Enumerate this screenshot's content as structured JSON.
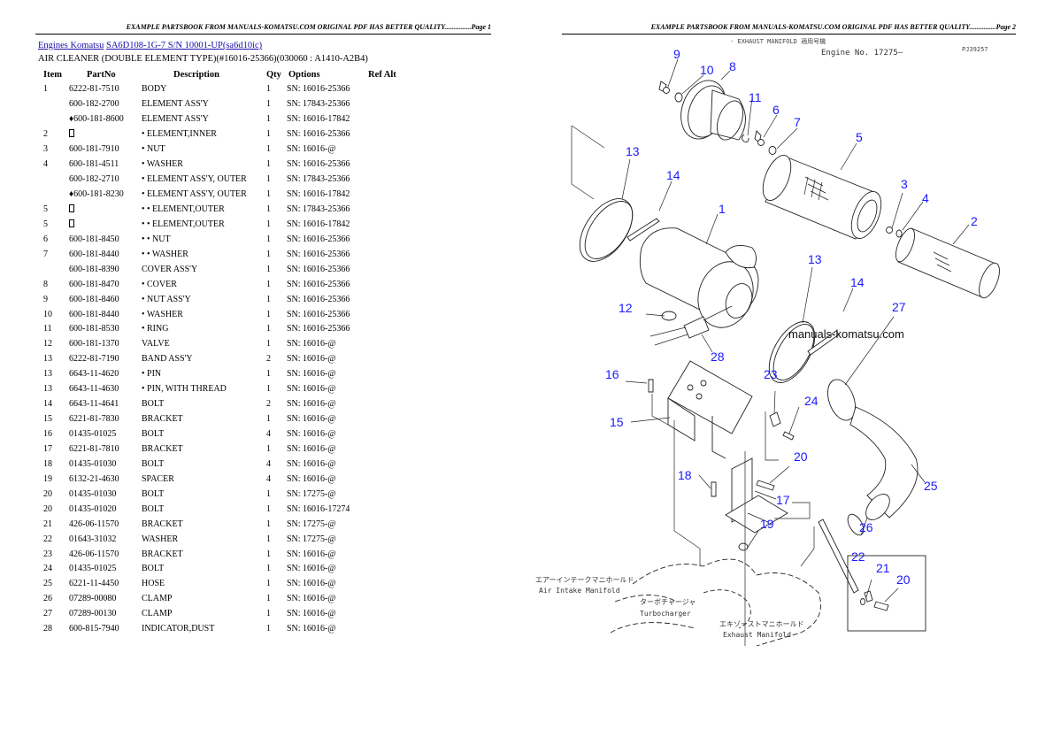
{
  "page_left": {
    "banner": "EXAMPLE PARTSBOOK FROM MANUALS-KOMATSU.COM ORIGINAL PDF HAS BETTER QUALITY...............Page 1",
    "breadcrumb": {
      "link1": "Engines Komatsu",
      "link2": "SA6D108-1G-7 S/N 10001-UP(sa6d10ic)"
    },
    "subtitle": "AIR CLEANER (DOUBLE ELEMENT TYPE)(#16016-25366)(030060 : A1410-A2B4)",
    "table": {
      "headers": {
        "item": "Item",
        "partno": "PartNo",
        "description": "Description",
        "qty": "Qty",
        "options": "Options",
        "refalt": "Ref Alt"
      },
      "rows": [
        {
          "item": "1",
          "partno": "6222-81-7510",
          "description": "BODY",
          "qty": "1",
          "options": "SN: 16016-25366"
        },
        {
          "item": "",
          "partno": "600-182-2700",
          "description": "ELEMENT ASS'Y",
          "qty": "1",
          "options": "SN: 17843-25366"
        },
        {
          "item": "",
          "partno": "♦600-181-8600",
          "description": "ELEMENT ASS'Y",
          "qty": "1",
          "options": "SN: 16016-17842"
        },
        {
          "item": "2",
          "partno": "▯",
          "description": "• ELEMENT,INNER",
          "qty": "1",
          "options": "SN: 16016-25366"
        },
        {
          "item": "3",
          "partno": "600-181-7910",
          "description": "• NUT",
          "qty": "1",
          "options": "SN: 16016-@"
        },
        {
          "item": "4",
          "partno": "600-181-4511",
          "description": "• WASHER",
          "qty": "1",
          "options": "SN: 16016-25366"
        },
        {
          "item": "",
          "partno": "600-182-2710",
          "description": "• ELEMENT ASS'Y, OUTER",
          "qty": "1",
          "options": "SN: 17843-25366"
        },
        {
          "item": "",
          "partno": "♦600-181-8230",
          "description": "• ELEMENT ASS'Y, OUTER",
          "qty": "1",
          "options": "SN: 16016-17842"
        },
        {
          "item": "5",
          "partno": "▯",
          "description": "• • ELEMENT,OUTER",
          "qty": "1",
          "options": "SN: 17843-25366"
        },
        {
          "item": "5",
          "partno": "▯",
          "description": "• • ELEMENT,OUTER",
          "qty": "1",
          "options": "SN: 16016-17842"
        },
        {
          "item": "6",
          "partno": "600-181-8450",
          "description": "• • NUT",
          "qty": "1",
          "options": "SN: 16016-25366"
        },
        {
          "item": "7",
          "partno": "600-181-8440",
          "description": "• • WASHER",
          "qty": "1",
          "options": "SN: 16016-25366"
        },
        {
          "item": "",
          "partno": "600-181-8390",
          "description": "COVER ASS'Y",
          "qty": "1",
          "options": "SN: 16016-25366"
        },
        {
          "item": "8",
          "partno": "600-181-8470",
          "description": "• COVER",
          "qty": "1",
          "options": "SN: 16016-25366"
        },
        {
          "item": "9",
          "partno": "600-181-8460",
          "description": "• NUT ASS'Y",
          "qty": "1",
          "options": "SN: 16016-25366"
        },
        {
          "item": "10",
          "partno": "600-181-8440",
          "description": "• WASHER",
          "qty": "1",
          "options": "SN: 16016-25366"
        },
        {
          "item": "11",
          "partno": "600-181-8530",
          "description": "• RING",
          "qty": "1",
          "options": "SN: 16016-25366"
        },
        {
          "item": "12",
          "partno": "600-181-1370",
          "description": "VALVE",
          "qty": "1",
          "options": "SN: 16016-@"
        },
        {
          "item": "13",
          "partno": "6222-81-7190",
          "description": "BAND ASS'Y",
          "qty": "2",
          "options": "SN: 16016-@"
        },
        {
          "item": "13",
          "partno": "6643-11-4620",
          "description": "• PIN",
          "qty": "1",
          "options": "SN: 16016-@"
        },
        {
          "item": "13",
          "partno": "6643-11-4630",
          "description": "• PIN, WITH THREAD",
          "qty": "1",
          "options": "SN: 16016-@"
        },
        {
          "item": "14",
          "partno": "6643-11-4641",
          "description": "BOLT",
          "qty": "2",
          "options": "SN: 16016-@"
        },
        {
          "item": "15",
          "partno": "6221-81-7830",
          "description": "BRACKET",
          "qty": "1",
          "options": "SN: 16016-@"
        },
        {
          "item": "16",
          "partno": "01435-01025",
          "description": "BOLT",
          "qty": "4",
          "options": "SN: 16016-@"
        },
        {
          "item": "17",
          "partno": "6221-81-7810",
          "description": "BRACKET",
          "qty": "1",
          "options": "SN: 16016-@"
        },
        {
          "item": "18",
          "partno": "01435-01030",
          "description": "BOLT",
          "qty": "4",
          "options": "SN: 16016-@"
        },
        {
          "item": "19",
          "partno": "6132-21-4630",
          "description": "SPACER",
          "qty": "4",
          "options": "SN: 16016-@"
        },
        {
          "item": "20",
          "partno": "01435-01030",
          "description": "BOLT",
          "qty": "1",
          "options": "SN: 17275-@"
        },
        {
          "item": "20",
          "partno": "01435-01020",
          "description": "BOLT",
          "qty": "1",
          "options": "SN: 16016-17274"
        },
        {
          "item": "21",
          "partno": "426-06-11570",
          "description": "BRACKET",
          "qty": "1",
          "options": "SN: 17275-@"
        },
        {
          "item": "22",
          "partno": "01643-31032",
          "description": "WASHER",
          "qty": "1",
          "options": "SN: 17275-@"
        },
        {
          "item": "23",
          "partno": "426-06-11570",
          "description": "BRACKET",
          "qty": "1",
          "options": "SN: 16016-@"
        },
        {
          "item": "24",
          "partno": "01435-01025",
          "description": "BOLT",
          "qty": "1",
          "options": "SN: 16016-@"
        },
        {
          "item": "25",
          "partno": "6221-11-4450",
          "description": "HOSE",
          "qty": "1",
          "options": "SN: 16016-@"
        },
        {
          "item": "26",
          "partno": "07289-00080",
          "description": "CLAMP",
          "qty": "1",
          "options": "SN: 16016-@"
        },
        {
          "item": "27",
          "partno": "07289-00130",
          "description": "CLAMP",
          "qty": "1",
          "options": "SN: 16016-@"
        },
        {
          "item": "28",
          "partno": "600-815-7940",
          "description": "INDICATOR,DUST",
          "qty": "1",
          "options": "SN: 16016-@"
        }
      ]
    }
  },
  "page_right": {
    "banner": "EXAMPLE PARTSBOOK FROM MANUALS-KOMATSU.COM ORIGINAL PDF HAS BETTER QUALITY...............Page 2",
    "diagram": {
      "header_engine": "Engine No. 17275—",
      "header_code": "PJ39257",
      "watermark": "manuals-komatsu.com",
      "label_intake_jp": "エアーインテークマニホールド",
      "label_intake": "Air Intake Manifold",
      "label_turbo_jp": "ターボチャージャ",
      "label_turbo": "Turbocharger",
      "label_exhaust_jp": "エキゾーストマニホールド",
      "label_exhaust": "Exhaust Manifold",
      "callout_color": "#1a1aff",
      "callouts": {
        "c9": "9",
        "c10": "10",
        "c8": "8",
        "c11": "11",
        "c6": "6",
        "c7": "7",
        "c5": "5",
        "c13a": "13",
        "c14a": "14",
        "c1": "1",
        "c3": "3",
        "c4": "4",
        "c2": "2",
        "c13b": "13",
        "c14b": "14",
        "c27": "27",
        "c12": "12",
        "c28": "28",
        "c16": "16",
        "c23": "23",
        "c24": "24",
        "c15": "15",
        "c20a": "20",
        "c18": "18",
        "c17": "17",
        "c25": "25",
        "c19": "19",
        "c26": "26",
        "c22": "22",
        "c21": "21",
        "c20b": "20"
      }
    }
  }
}
